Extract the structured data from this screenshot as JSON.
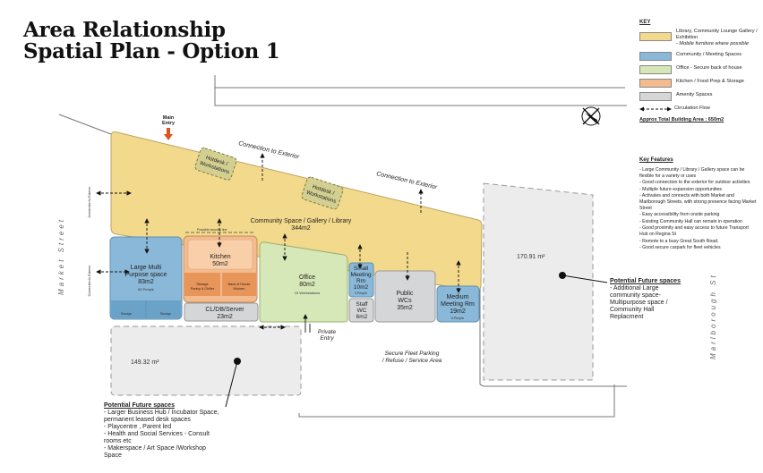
{
  "title_line1": "Area Relationship",
  "title_line2": "Spatial Plan - Option 1",
  "key": {
    "title": "KEY",
    "items": [
      {
        "label": "Library, Community Lounge Gallery / Exhibition",
        "sub": "- Mobile furniture where possible",
        "color": "#f2d98c"
      },
      {
        "label": "Community / Meeting Spaces",
        "sub": "",
        "color": "#8ab8d8"
      },
      {
        "label": "Office - Secure back of house",
        "sub": "",
        "color": "#d7e8b8"
      },
      {
        "label": "Kitchen / Food Prep & Storage",
        "sub": "",
        "color": "#f4bc8e"
      },
      {
        "label": "Amenity Spaces",
        "sub": "",
        "color": "#d4d6d8"
      }
    ],
    "circulation": "Circulation Flow",
    "total_area": "Approx Total Building Area : 650m2"
  },
  "features": {
    "title": "Key Features",
    "items": [
      "- Large Community / Library / Gallery space can be flexible for a variety or uses",
      "- Good connection to the exterior for outdoor activities",
      "- Multiple future expansion opportunities",
      "- Activates and connects with both Market and Marlborough Streets, with strong presence facing Market Street",
      "- Easy accessibility from onsite parking",
      "- Existing Community Hall can remain in operation",
      "- Good proximity and easy access to future Transport Hub on Regina St",
      "- Remote to a busy Great South Road.",
      "- Good secure carpark for fleet vehicles"
    ]
  },
  "streets": {
    "market": "Market Street",
    "marlborough": "Marlborough St"
  },
  "labels": {
    "main_entry_1": "Main",
    "main_entry_2": "Entry",
    "connection_1": "Connection to Exterior",
    "connection_2": "Connection to Exterior",
    "connection_left_1": "Connection to Exterior",
    "connection_left_2": "Connection to Exterior",
    "hotdesk_1a": "Hotdesk /",
    "hotdesk_1b": "Workstations",
    "hotdesk_2a": "Hotdesk /",
    "hotdesk_2b": "Workstations",
    "community_space": "Community Space / Gallery / Library",
    "community_area": "344m2",
    "possible_security": "Possible security line",
    "large_multi_1": "Large Multi",
    "large_multi_2": "Purpose space",
    "large_multi_3": "83m2",
    "large_multi_4": "60 People",
    "storage_1": "Storage",
    "storage_2": "Storage",
    "kitchen": "Kitchen",
    "kitchen_area": "50m2",
    "pantry_1": "Storage",
    "pantry_2": "Pantry & Chiller",
    "back_house_1": "Back of House",
    "back_house_2": "Kitchen",
    "cl_db": "CL/DB/Server",
    "cl_db_area": "23m2",
    "office": "Office",
    "office_area": "80m2",
    "office_ws": "15 Workstations",
    "small_meet_1": "Small",
    "small_meet_2": "Meeting",
    "small_meet_3": "Rm",
    "small_meet_4": "10m2",
    "small_meet_5": "4 People",
    "staff_wc_1": "Staff",
    "staff_wc_2": "WC",
    "staff_wc_3": "6m2",
    "public_wc_1": "Public",
    "public_wc_2": "WCs",
    "public_wc_3": "35m2",
    "medium_meet_1": "Medium",
    "medium_meet_2": "Meeting Rm",
    "medium_meet_3": "19m2",
    "medium_meet_4": "8 People",
    "private_entry_1": "Private",
    "private_entry_2": "Entry",
    "fleet_1": "Secure Fleet Parking",
    "fleet_2": "/ Refuse / Service Area",
    "area_left": "149.32 m²",
    "area_right": "170.91 m²"
  },
  "future_left": {
    "heading": "Potential Future spaces",
    "lines": [
      "- Larger Business Hub / Incubator Space,",
      "permanent leased desk spaces",
      "- Playcentre , Parent led",
      "- Health and Social Services - Consult",
      "rooms etc",
      "- Makerspace / Art Space /Workshop",
      "Space"
    ]
  },
  "future_right": {
    "heading": "Potential Future spaces",
    "lines": [
      "- Additional Large",
      "community space-",
      "Multipurpose space /",
      "Community Hall",
      "Replacment"
    ]
  },
  "colors": {
    "library": "#f2d98c",
    "community": "#8ab8d8",
    "office": "#d7e8b8",
    "kitchen": "#f4bc8e",
    "kitchen_dark": "#e8955a",
    "amenity": "#d4d6d8",
    "entry_arrow": "#e0531f"
  }
}
